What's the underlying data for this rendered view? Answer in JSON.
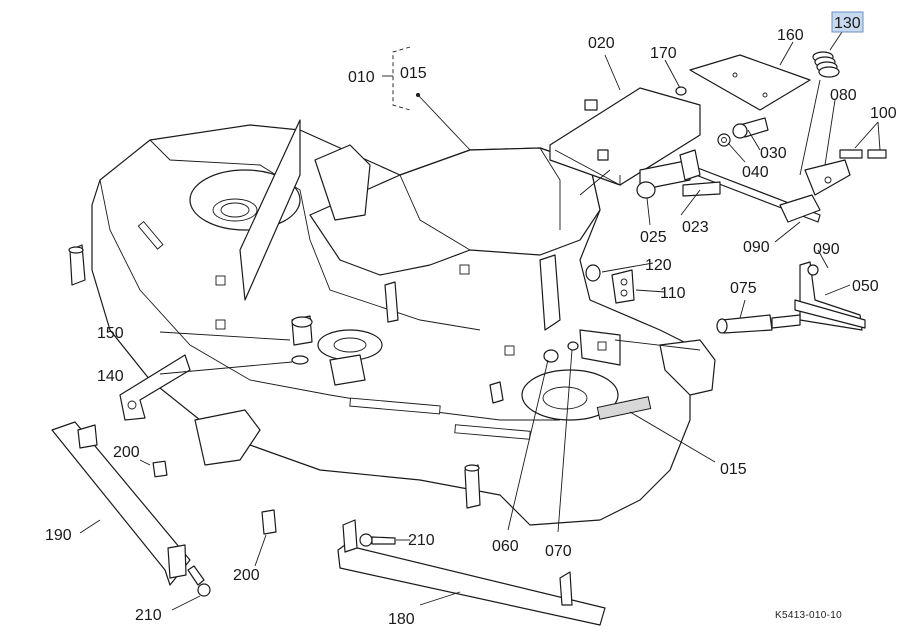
{
  "diagram": {
    "labels": {
      "l010": "010",
      "l015a": "015",
      "l015b": "015",
      "l020": "020",
      "l023": "023",
      "l025": "025",
      "l030": "030",
      "l040": "040",
      "l050": "050",
      "l060": "060",
      "l070": "070",
      "l075": "075",
      "l080": "080",
      "l090a": "090",
      "l090b": "090",
      "l100": "100",
      "l110": "110",
      "l120": "120",
      "l130": "130",
      "l140": "140",
      "l150": "150",
      "l160": "160",
      "l170": "170",
      "l180": "180",
      "l190": "190",
      "l200a": "200",
      "l200b": "200",
      "l210a": "210",
      "l210b": "210"
    },
    "drawing_code": "K5413-010-10",
    "highlight_color": "#c7d9ee"
  }
}
